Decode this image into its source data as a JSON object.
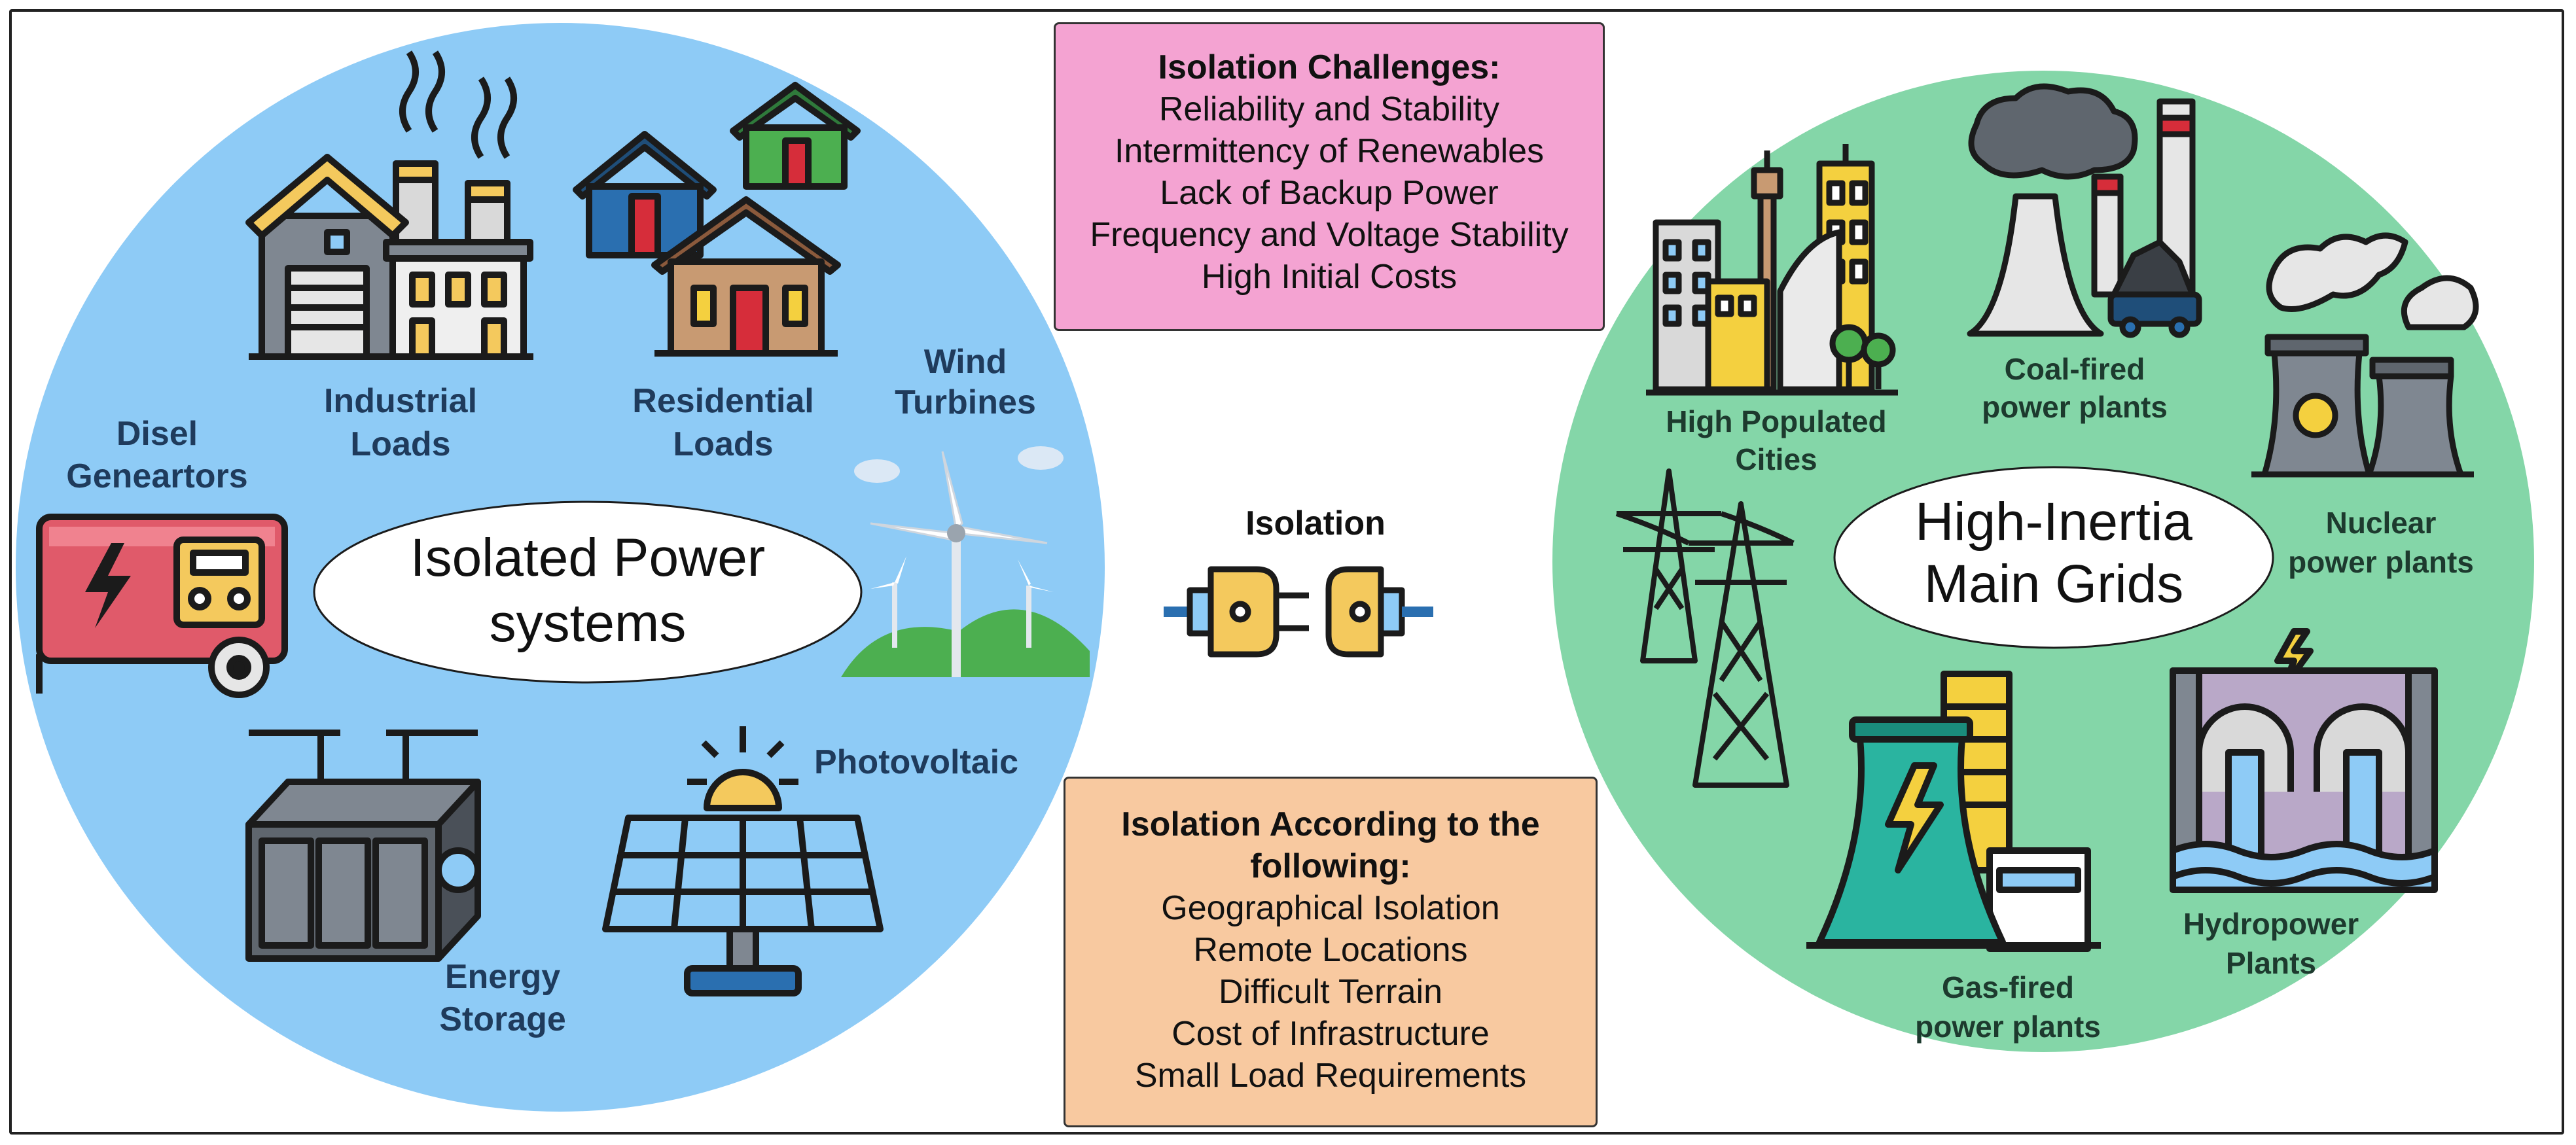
{
  "left_circle": {
    "title_line1": "Isolated Power",
    "title_line2": "systems",
    "labels": {
      "industrial_1": "Industrial",
      "industrial_2": "Loads",
      "residential_1": "Residential",
      "residential_2": "Loads",
      "wind_1": "Wind",
      "wind_2": "Turbines",
      "disel_1": "Disel",
      "disel_2": "Geneartors",
      "photovoltaic": "Photovoltaic",
      "storage_1": "Energy",
      "storage_2": "Storage"
    },
    "color": "#8ecbf6"
  },
  "right_circle": {
    "title_line1": "High-Inertia",
    "title_line2": "Main Grids",
    "labels": {
      "cities_1": "High Populated",
      "cities_2": "Cities",
      "coal_1": "Coal-fired",
      "coal_2": "power plants",
      "nuclear_1": "Nuclear",
      "nuclear_2": "power plants",
      "gas_1": "Gas-fired",
      "gas_2": "power plants",
      "hydro_1": "Hydropower",
      "hydro_2": "Plants"
    },
    "color": "#84d6a8"
  },
  "center": {
    "isolation_label": "Isolation",
    "icon": "unplugged-connector-icon"
  },
  "challenges": {
    "title": "Isolation Challenges:",
    "items": [
      "Reliability and Stability",
      "Intermittency of Renewables",
      "Lack of Backup Power",
      "Frequency and Voltage Stability",
      "High Initial Costs"
    ],
    "color": "#f4a3d2"
  },
  "according": {
    "title_line1": "Isolation According to the",
    "title_line2": "following:",
    "items": [
      "Geographical Isolation",
      "Remote Locations",
      "Difficult Terrain",
      "Cost of Infrastructure",
      "Small Load Requirements"
    ],
    "color": "#f8c9a0"
  }
}
